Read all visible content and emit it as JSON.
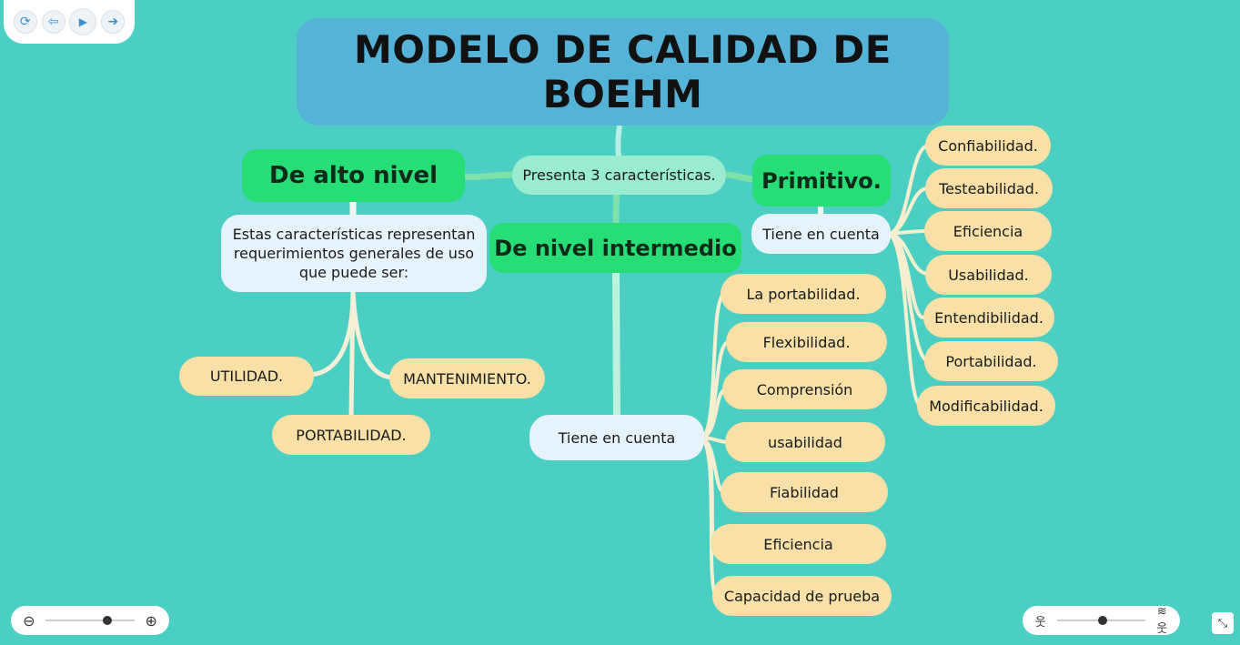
{
  "toolbar": {
    "buttons": [
      {
        "name": "refresh-button",
        "icon": "refresh-icon",
        "glyph": "⟳"
      },
      {
        "name": "back-button",
        "icon": "arrow-left-icon",
        "glyph": "⇦"
      },
      {
        "name": "play-button",
        "icon": "play-icon",
        "glyph": "▶"
      },
      {
        "name": "forward-button",
        "icon": "arrow-right-icon",
        "glyph": "➔"
      }
    ]
  },
  "map": {
    "title": "MODELO DE CALIDAD DE BOEHM",
    "center": "Presenta 3 características.",
    "high_level": {
      "label": "De alto nivel",
      "description": "Estas características representan requerimientos generales de uso que puede ser:",
      "items": [
        "UTILIDAD.",
        "MANTENIMIENTO.",
        "PORTABILIDAD."
      ]
    },
    "intermediate": {
      "label": "De nivel intermedio",
      "considers": "Tiene en cuenta",
      "items": [
        "La portabilidad.",
        "Flexibilidad.",
        "Comprensión",
        "usabilidad",
        "Fiabilidad",
        "Eficiencia",
        "Capacidad de prueba"
      ]
    },
    "primitive": {
      "label": "Primitivo.",
      "considers": "Tiene en cuenta",
      "items": [
        "Confiabilidad.",
        "Testeabilidad.",
        "Eficiencia",
        "Usabilidad.",
        "Entendibilidad.",
        "Portabilidad.",
        "Modificabilidad."
      ]
    }
  },
  "zoom": {
    "minus_icon": "zoom-out-icon",
    "plus_icon": "zoom-in-icon",
    "level": 0.68
  },
  "speed": {
    "slow_icon": "walking-icon",
    "fast_icon": "running-icon",
    "level": 0.5
  },
  "fullscreen_icon": "collapse-icon",
  "colors": {
    "background": "#4ccfc3",
    "title": "#56b3d8",
    "branch": "#26dd76",
    "leaf": "#f9e0a7",
    "description": "#e6f3fb"
  }
}
